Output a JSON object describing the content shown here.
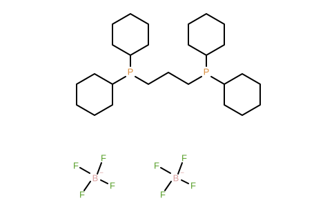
{
  "molecule": {
    "phosphorus_label": "P",
    "boron_label": "B",
    "fluorine_label": "F",
    "charge_label": "−"
  },
  "colors": {
    "bond": "#000000",
    "phosphorus": "#d98c3c",
    "boron": "#d9a0a0",
    "fluorine": "#5aa02c",
    "background": "#ffffff"
  }
}
